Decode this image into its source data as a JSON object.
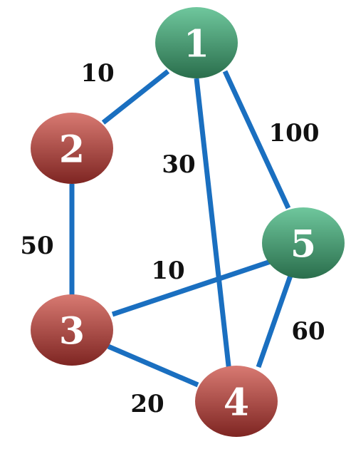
{
  "colors": {
    "edge": "#1a6fc0",
    "green_node_light": "#6fc79d",
    "green_node_dark": "#2a6e4c",
    "red_node_light": "#d87a72",
    "red_node_dark": "#7e2522",
    "node_label": "#ffffff",
    "weight_label": "#111111"
  },
  "nodes": [
    {
      "id": "1",
      "label": "1",
      "color": "green"
    },
    {
      "id": "2",
      "label": "2",
      "color": "red"
    },
    {
      "id": "3",
      "label": "3",
      "color": "red"
    },
    {
      "id": "4",
      "label": "4",
      "color": "red"
    },
    {
      "id": "5",
      "label": "5",
      "color": "green"
    }
  ],
  "edges": [
    {
      "from": "1",
      "to": "2",
      "weight": "10"
    },
    {
      "from": "1",
      "to": "4",
      "weight": "30"
    },
    {
      "from": "1",
      "to": "5",
      "weight": "100"
    },
    {
      "from": "2",
      "to": "3",
      "weight": "50"
    },
    {
      "from": "3",
      "to": "5",
      "weight": "10"
    },
    {
      "from": "3",
      "to": "4",
      "weight": "20"
    },
    {
      "from": "5",
      "to": "4",
      "weight": "60"
    }
  ]
}
